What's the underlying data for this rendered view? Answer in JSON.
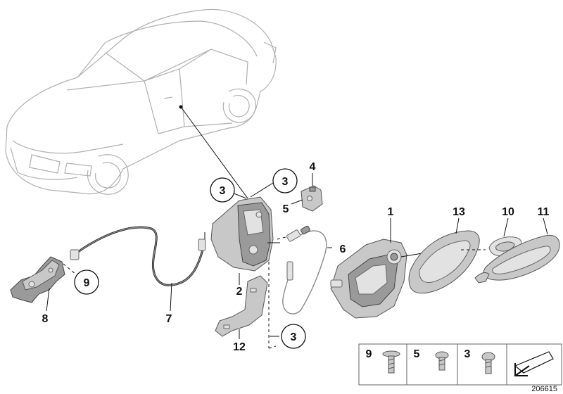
{
  "callouts": {
    "c1": "1",
    "c2": "2",
    "c3a": "3",
    "c3b": "3",
    "c3c": "3",
    "c4": "4",
    "c5": "5",
    "c6": "6",
    "c7": "7",
    "c8": "8",
    "c9": "9",
    "c10": "10",
    "c11": "11",
    "c12": "12",
    "c13": "13"
  },
  "legend": {
    "screw_9": "9",
    "screw_5": "5",
    "screw_3": "3"
  },
  "diagram_id": "206615",
  "icons": [
    "car-outline-icon",
    "screw-icon",
    "arrow-wedge-icon"
  ]
}
